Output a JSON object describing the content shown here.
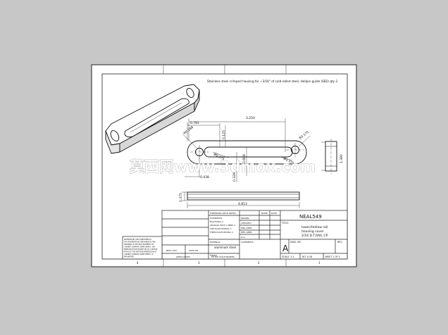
{
  "drawing": {
    "note": "Stainless steel crimped housing for ~3/16\" of cold-rolled steel, Hellpin guide (SB2) qty 2",
    "dimensions": {
      "top_length": "3.250",
      "left_offset": "0.781",
      "slot_radius_left": "R0.188",
      "slot_radius_right": "R0.175",
      "hole_dia_left": "Ø0.375",
      "hole_dia_right": "Ø0.375",
      "vertical_a": "0.125",
      "vertical_b": "0.688",
      "vertical_c": "0.328",
      "height": "1.380",
      "bottom_offset": "0.438",
      "side_thickness": "0.375",
      "overall_length": "4.813"
    }
  },
  "title_block": {
    "part_number": "NEAL549",
    "title_lines": [
      "lower/Hollow rail",
      "housing cover",
      "2/16 D.T.RAIL CP"
    ],
    "size": "A",
    "dwg_no_label": "DWG. NO.",
    "rev_label": "REV",
    "scale": "SCALE: 1:1",
    "weight": "WT: 0.18",
    "sheet": "SHEET 1 OF 1",
    "material": "aluminum steel",
    "name_label": "NAME",
    "date_label": "DATE",
    "drawn_label": "DRAWN",
    "checked_label": "CHECKED",
    "eng_appr_label": "ENG APPR.",
    "mfg_appr_label": "MFG APPR.",
    "qa_label": "Q.A.",
    "comments_label": "COMMENTS:",
    "title_label": "TITLE:",
    "material_label": "MATERIAL",
    "finish_label": "FINISH",
    "dims_note_lines": [
      "DIMENSIONS ARE IN INCHES",
      "TOLERANCES:",
      "FRACTIONAL ±",
      "ANGULAR: MACH ± BEND ±",
      "TWO PLACE DECIMAL ±",
      "THREE PLACE DECIMAL ±"
    ],
    "proprietary_lines": [
      "PROPRIETARY AND CONFIDENTIAL",
      "THE INFORMATION CONTAINED IN THIS",
      "DRAWING IS THE SOLE PROPERTY OF",
      "<INSERT COMPANY NAME HERE>. ANY",
      "REPRODUCTION IN PART OR AS A WHOLE",
      "WITHOUT THE WRITTEN PERMISSION OF",
      "<INSERT COMPANY NAME HERE> IS",
      "PROHIBITED."
    ],
    "next_assy": "NEXT ASSY",
    "used_on": "USED ON",
    "application": "APPLICATION",
    "do_not_scale": "DO NOT SCALE DRAWING"
  },
  "zones": [
    "4",
    "3",
    "2",
    "1"
  ],
  "watermark": "莫西网www.3dmox.com"
}
